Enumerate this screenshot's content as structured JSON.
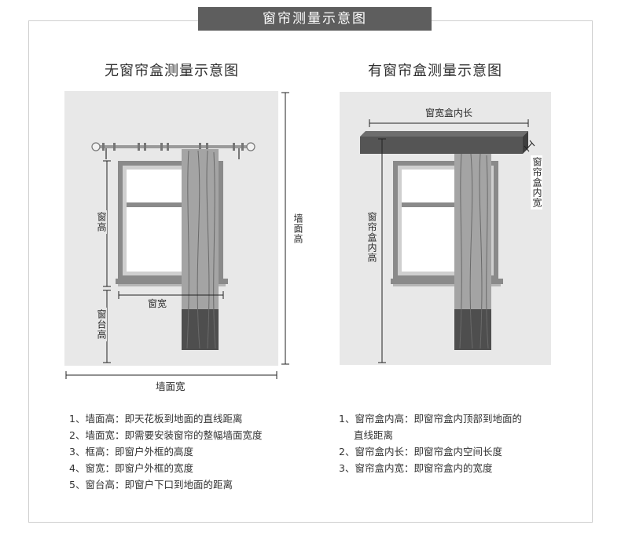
{
  "banner_title": "窗帘测量示意图",
  "left": {
    "title": "无窗帘盒测量示意图",
    "labels": {
      "window_height": "窗高",
      "window_width": "窗宽",
      "sill_height": "窗台高",
      "wall_height": "墙面高",
      "wall_width": "墙面宽"
    },
    "notes": [
      "1、墙面高：即天花板到地面的直线距离",
      "2、墙面宽：即需要安装窗帘的整幅墙面宽度",
      "3、框高：即窗户外框的高度",
      "4、窗宽：即窗户外框的宽度",
      "5、窗台高：即窗户下口到地面的距离"
    ]
  },
  "right": {
    "title": "有窗帘盒测量示意图",
    "labels": {
      "box_inner_length": "窗宽盒内长",
      "box_inner_width": "窗帘盒内宽",
      "box_inner_height": "窗帘盒内高"
    },
    "notes": [
      "1、窗帘盒内高：即窗帘盒内顶部到地面的",
      "直线距离",
      "2、窗帘盒内长：即窗帘盒内空间长度",
      "3、窗帘盒内宽：即窗帘盒内的宽度"
    ]
  },
  "colors": {
    "wall": "#e8e8e8",
    "frame": "#7a7a7a",
    "curtain": "#a4a4a4",
    "curtain_bottom": "#4e4e4e",
    "box": "#555555",
    "banner": "#5e5e5e"
  }
}
